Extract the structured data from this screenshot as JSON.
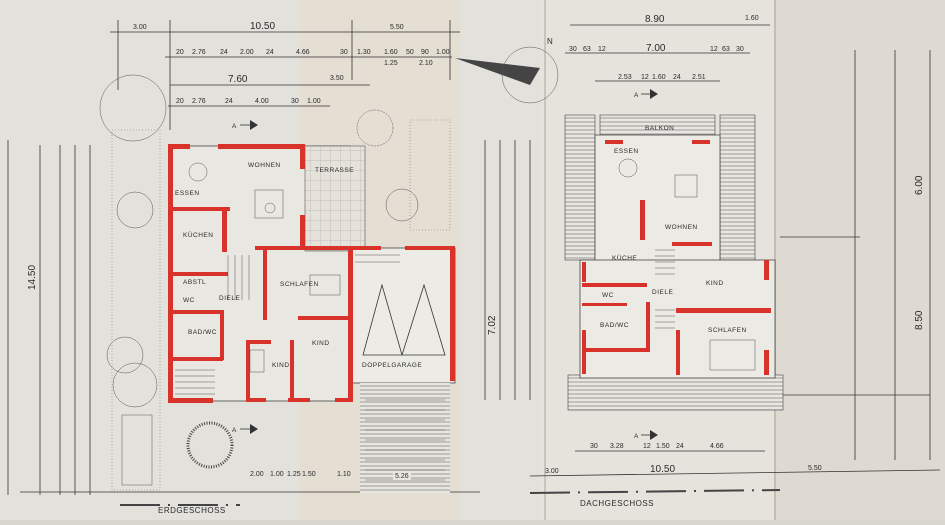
{
  "ground_floor": {
    "title": "ERDGESCHOSS",
    "rooms": {
      "essen": "ESSEN",
      "wohnen": "WOHNEN",
      "terrasse": "TERRASSE",
      "kuechen": "KÜCHEN",
      "abstell": "ABSTL",
      "diele": "DIELE",
      "wc": "WC",
      "bad_wc": "BAD/WC",
      "schlafen": "SCHLAFEN",
      "kind1": "KIND",
      "kind2": "KIND",
      "garage": "DOPPELGARAGE"
    },
    "dims_top": {
      "left": "3.00",
      "total": "10.50",
      "right": "5.50",
      "sub": [
        "20",
        "2.76",
        "24",
        "2.00",
        "24",
        "4.66",
        "30",
        "1.30",
        "1.60",
        "1.25",
        "50",
        "90",
        "2.10",
        "1.00"
      ],
      "inner": "7.60",
      "inner_right": "3.50",
      "row3": [
        "20",
        "2.76",
        "24",
        "4.00",
        "30",
        "1.00"
      ]
    },
    "dims_left": {
      "total": "14.50"
    },
    "dims_bottom": [
      "2.00",
      "1.00",
      "1.25",
      "1.50",
      "1.10",
      "5.26"
    ],
    "section_marker": "A"
  },
  "center_dims": {
    "total": "7.02"
  },
  "attic_floor": {
    "title": "DACHGESCHOSS",
    "rooms": {
      "balkon": "BALKON",
      "essen": "ESSEN",
      "wohnen": "WOHNEN",
      "kueche": "KÜCHE",
      "diele": "DIELE",
      "wc": "WC",
      "bad_wc": "BAD/WC",
      "kind": "KIND",
      "schlafen": "SCHLAFEN"
    },
    "dims_top": {
      "total": "8.90",
      "right": "1.60",
      "inner": "7.00",
      "sub": [
        "30",
        "63",
        "12",
        "12",
        "63",
        "30"
      ],
      "row3": [
        "2.53",
        "12",
        "1.60",
        "24",
        "2.51"
      ]
    },
    "dims_bottom": {
      "sub": [
        "30",
        "3.28",
        "12",
        "1.50",
        "24",
        "4.66"
      ],
      "total": "10.50",
      "left": "3.00",
      "right": "5.50"
    },
    "dims_right": {
      "upper": "6.00",
      "lower": "8.50"
    },
    "section_marker": "A",
    "north": "N"
  }
}
